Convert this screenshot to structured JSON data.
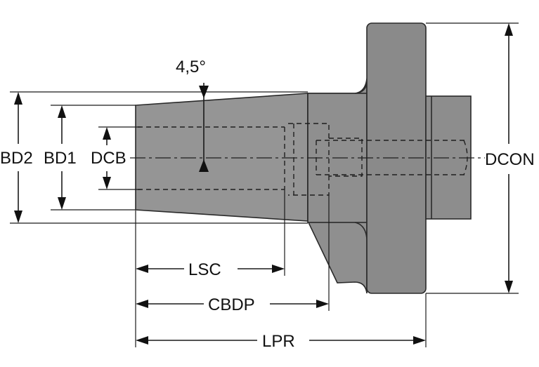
{
  "labels": {
    "angle": "4,5°",
    "bd2": "BD2",
    "bd1": "BD1",
    "dcb": "DCB",
    "dcon": "DCON",
    "lsc": "LSC",
    "cbdp": "CBDP",
    "lpr": "LPR"
  },
  "colors": {
    "body_fill": "#8e8e8e",
    "body_light": "#a8a8a8",
    "flange_fill": "#8a8a8a",
    "edge": "#2a2a2a",
    "line": "#1a1a1a"
  }
}
